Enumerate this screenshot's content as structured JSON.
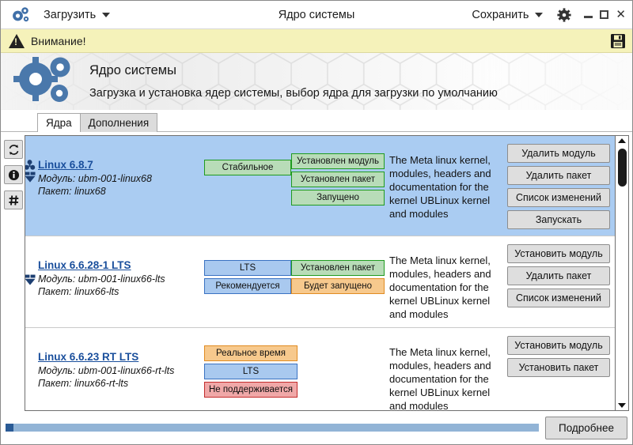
{
  "titlebar": {
    "app_icon": "gears-icon",
    "load_menu_label": "Загрузить",
    "window_title": "Ядро системы",
    "save_menu_label": "Сохранить",
    "settings_icon": "gear-icon",
    "minimize_icon": "minimize-icon",
    "maximize_icon": "maximize-icon",
    "close_icon": "close-icon"
  },
  "warning_bar": {
    "icon": "warning-triangle-icon",
    "text": "Внимание!",
    "save_icon": "floppy-save-icon"
  },
  "banner": {
    "icon": "gears-icon",
    "title": "Ядро системы",
    "subtitle": "Загрузка и установка ядер системы, выбор ядра для загрузки по умолчанию"
  },
  "tabs": [
    {
      "label": "Ядра",
      "active": true
    },
    {
      "label": "Дополнения",
      "active": false
    }
  ],
  "side_tools": [
    {
      "name": "refresh-button",
      "icon": "refresh-icon"
    },
    {
      "name": "info-button",
      "icon": "info-icon"
    },
    {
      "name": "hash-button",
      "icon": "hash-icon"
    }
  ],
  "kernels": [
    {
      "selected": true,
      "name": "Linux 6.8.7",
      "module_label": "Модуль: ubm-001-linux68",
      "package_label": "Пакет: linux68",
      "icons": [
        "module-icon",
        "package-icon"
      ],
      "status_badges": [
        {
          "label": "Стабильное",
          "color": "green"
        }
      ],
      "state_badges": [
        {
          "label": "Установлен модуль",
          "color": "green"
        },
        {
          "label": "Установлен пакет",
          "color": "green"
        },
        {
          "label": "Запущено",
          "color": "green"
        }
      ],
      "description": "The Meta linux kernel, modules, headers and documentation for the kernel UBLinux kernel and modules",
      "actions": [
        "Удалить модуль",
        "Удалить пакет",
        "Список изменений",
        "Запускать"
      ]
    },
    {
      "selected": false,
      "name": "Linux 6.6.28-1 LTS",
      "module_label": "Модуль: ubm-001-linux66-lts",
      "package_label": "Пакет: linux66-lts",
      "icons": [
        "package-icon"
      ],
      "status_badges": [
        {
          "label": "LTS",
          "color": "blue"
        },
        {
          "label": "Рекомендуется",
          "color": "blue"
        }
      ],
      "state_badges": [
        {
          "label": "Установлен пакет",
          "color": "green"
        },
        {
          "label": "Будет запущено",
          "color": "orange"
        }
      ],
      "description": "The Meta linux kernel, modules, headers and documentation for the kernel UBLinux kernel and modules",
      "actions": [
        "Установить модуль",
        "Удалить пакет",
        "Список изменений"
      ]
    },
    {
      "selected": false,
      "name": "Linux 6.6.23 RT LTS",
      "module_label": "Модуль: ubm-001-linux66-rt-lts",
      "package_label": "Пакет: linux66-rt-lts",
      "icons": [],
      "status_badges": [
        {
          "label": "Реальное время",
          "color": "orange"
        },
        {
          "label": "LTS",
          "color": "blue"
        },
        {
          "label": "Не поддерживается",
          "color": "red"
        }
      ],
      "state_badges": [],
      "description": "The Meta linux kernel, modules, headers and documentation for the kernel UBLinux kernel and modules",
      "actions": [
        "Установить модуль",
        "Установить пакет"
      ]
    }
  ],
  "scrollbar": {
    "up_icon": "scroll-up-arrow-icon",
    "down_icon": "scroll-down-arrow-icon",
    "thumb": "scroll-thumb"
  },
  "bottom_bar": {
    "progress_percent": 2,
    "detail_button_label": "Подробнее"
  },
  "colors": {
    "accent_blue": "#1a4f9c",
    "selection_blue": "#aaccf2",
    "warning_yellow": "#f5f2ba",
    "badge_green": "#b8dcb8",
    "badge_blue": "#a9c9ef",
    "badge_orange": "#f7c98d",
    "badge_red": "#f0a8a8"
  }
}
